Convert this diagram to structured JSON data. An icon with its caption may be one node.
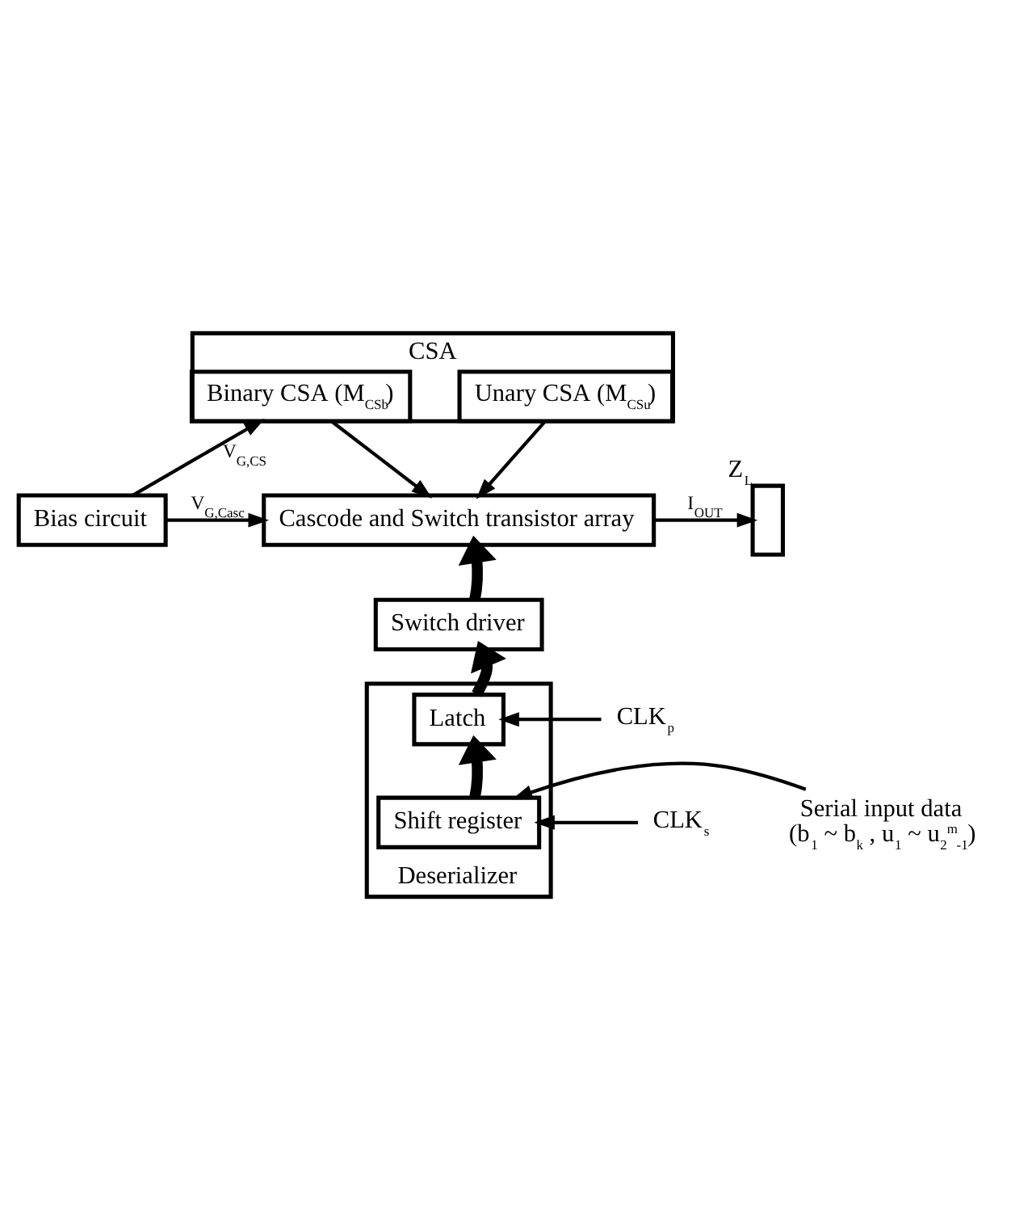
{
  "diagram": {
    "nodes": [
      {
        "text": [
          "CSA"
        ]
      },
      {
        "text": [
          "Binary CSA (M$_{CSb}$)"
        ],
        "in": 0
      },
      {
        "text": [
          "Unary CSA (M$_{CSu}$)"
        ],
        "in": 0
      },
      {
        "text": [
          "Bias circuit"
        ]
      },
      {
        "text": [
          "Cascode and Switch transistor array"
        ]
      },
      {
        "text": [],
        "shape": "box",
        "beside": [
          "Z$_{L}$"
        ]
      },
      {
        "text": [
          "Switch driver"
        ]
      },
      {
        "text": [
          "Deserializer"
        ]
      },
      {
        "text": [
          "Latch"
        ],
        "in": 7
      },
      {
        "text": [
          "Shift register"
        ],
        "in": 7
      },
      {
        "text": [
          "CLK$_{p}$"
        ]
      },
      {
        "text": [
          "CLK$_{s}$"
        ]
      },
      {
        "text": [
          "Serial input data",
          "(b$_{1}$ ~ b$_{k}$ , u$_{1}$ ~ u$_{2}$$^{m}$$_{-1}$)"
        ]
      }
    ],
    "edges": [
      {
        "from": 3,
        "to": 1,
        "arrow": "to",
        "label": "V$_{G,CS}$"
      },
      {
        "from": 3,
        "to": 4,
        "arrow": "to",
        "label": "V$_{G,Casc}$"
      },
      {
        "from": 1,
        "to": 4,
        "arrow": "to"
      },
      {
        "from": 2,
        "to": 4,
        "arrow": "to"
      },
      {
        "from": 4,
        "to": 5,
        "arrow": "to",
        "label": "I$_{OUT}$"
      },
      {
        "from": 6,
        "to": 4,
        "arrow": "to",
        "style": "thick"
      },
      {
        "from": 8,
        "to": 6,
        "arrow": "to",
        "style": "thick"
      },
      {
        "from": 9,
        "to": 8,
        "arrow": "to",
        "style": "thick"
      },
      {
        "from": 10,
        "to": 8,
        "arrow": "to"
      },
      {
        "from": 11,
        "to": 9,
        "arrow": "to"
      },
      {
        "from": 12,
        "to": 9,
        "arrow": "to"
      }
    ]
  }
}
